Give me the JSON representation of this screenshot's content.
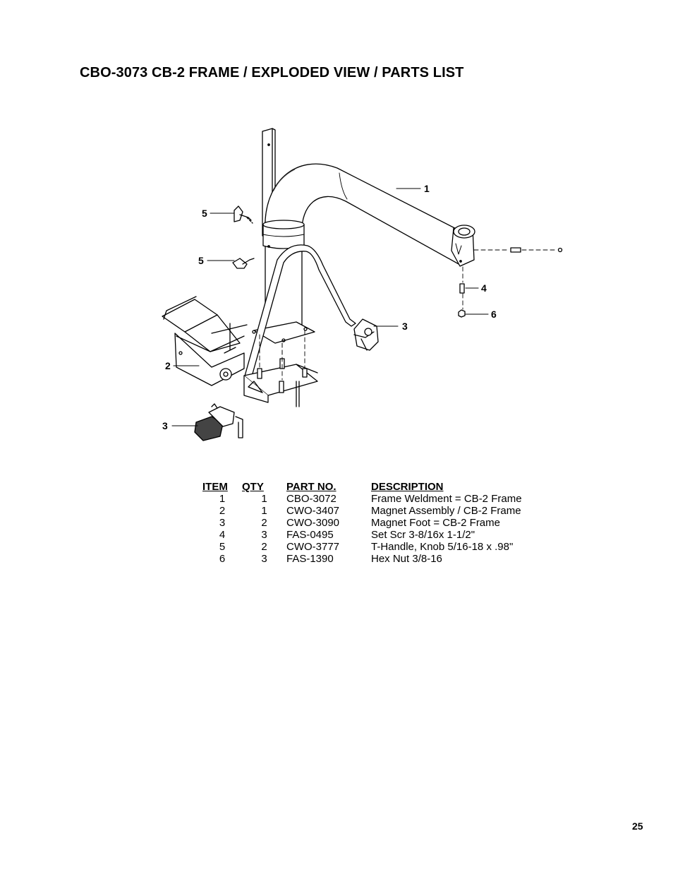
{
  "page": {
    "title": "CBO-3073 CB-2 FRAME / EXPLODED VIEW / PARTS LIST",
    "page_number": "25"
  },
  "diagram": {
    "callouts": [
      "1",
      "2",
      "3",
      "3",
      "4",
      "5",
      "5",
      "6"
    ]
  },
  "parts_table": {
    "headers": {
      "item": "ITEM",
      "qty": "QTY",
      "part_no": "PART NO.",
      "description": "DESCRIPTION"
    },
    "rows": [
      {
        "item": "1",
        "qty": "1",
        "part_no": "CBO-3072",
        "description": "Frame Weldment = CB-2 Frame"
      },
      {
        "item": "2",
        "qty": "1",
        "part_no": "CWO-3407",
        "description": "Magnet Assembly / CB-2 Frame"
      },
      {
        "item": "3",
        "qty": "2",
        "part_no": "CWO-3090",
        "description": "Magnet Foot = CB-2 Frame"
      },
      {
        "item": "4",
        "qty": "3",
        "part_no": "FAS-0495",
        "description": "Set Scr 3-8/16x 1-1/2\""
      },
      {
        "item": "5",
        "qty": "2",
        "part_no": "CWO-3777",
        "description": "T-Handle, Knob 5/16-18 x .98\""
      },
      {
        "item": "6",
        "qty": "3",
        "part_no": "FAS-1390",
        "description": "Hex Nut 3/8-16"
      }
    ]
  }
}
